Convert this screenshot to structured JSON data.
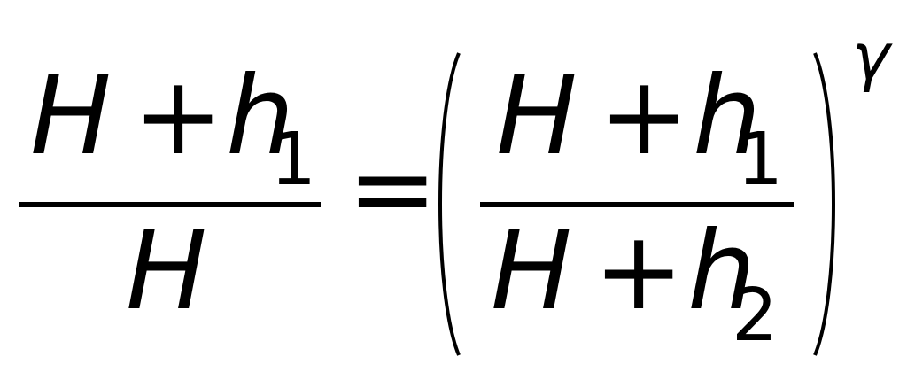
{
  "equation": {
    "lhs": {
      "numerator": {
        "var1": "H",
        "op": "+",
        "var2": "h",
        "sub": "1"
      },
      "denominator": {
        "var1": "H"
      }
    },
    "equals": "=",
    "rhs": {
      "numerator": {
        "var1": "H",
        "op": "+",
        "var2": "h",
        "sub": "1"
      },
      "denominator": {
        "var1": "H",
        "op": "+",
        "var2": "h",
        "sub": "2"
      },
      "exponent": "γ"
    }
  }
}
